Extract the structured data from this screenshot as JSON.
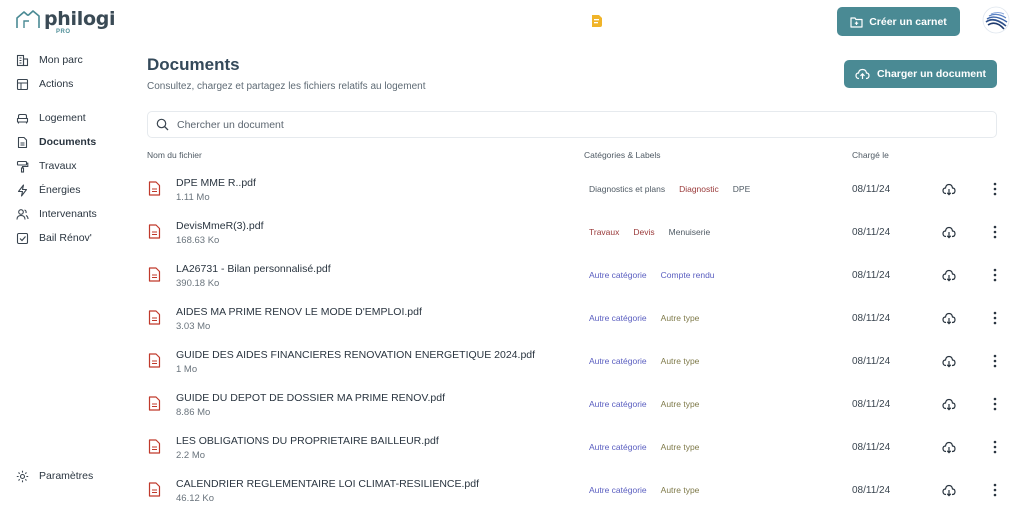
{
  "brand": {
    "name": "philogi",
    "tier": "PRO"
  },
  "header": {
    "create_label": "Créer un carnet"
  },
  "sidebar": {
    "items": [
      {
        "label": "Mon parc",
        "icon": "building-icon"
      },
      {
        "label": "Actions",
        "icon": "table-icon"
      },
      {
        "label": "Logement",
        "icon": "sofa-icon"
      },
      {
        "label": "Documents",
        "icon": "file-icon",
        "active": true
      },
      {
        "label": "Travaux",
        "icon": "paint-roller-icon"
      },
      {
        "label": "Énergies",
        "icon": "lightning-icon"
      },
      {
        "label": "Intervenants",
        "icon": "users-icon"
      },
      {
        "label": "Bail Rénov'",
        "icon": "checkbox-icon"
      }
    ],
    "settings_label": "Paramètres"
  },
  "page": {
    "title": "Documents",
    "subtitle": "Consultez, chargez et partagez les fichiers relatifs au logement",
    "upload_label": "Charger un document"
  },
  "search": {
    "placeholder": "Chercher un document"
  },
  "table": {
    "headers": {
      "name": "Nom du fichier",
      "categories": "Catégories & Labels",
      "uploaded": "Chargé le"
    },
    "rows": [
      {
        "name": "DPE MME R..pdf",
        "size": "1.11 Mo",
        "category": "Diagnostics et plans",
        "type": "Diagnostic",
        "extra": "DPE",
        "date": "08/11/24"
      },
      {
        "name": "DevisMmeR(3).pdf",
        "size": "168.63 Ko",
        "category": "Travaux",
        "type": "Devis",
        "extra": "Menuiserie",
        "date": "08/11/24"
      },
      {
        "name": "LA26731 - Bilan personnalisé.pdf",
        "size": "390.18 Ko",
        "category": "Autre catégorie",
        "type": "Compte rendu",
        "extra": "",
        "date": "08/11/24"
      },
      {
        "name": "AIDES MA PRIME RENOV LE MODE D'EMPLOI.pdf",
        "size": "3.03 Mo",
        "category": "Autre catégorie",
        "type": "Autre type",
        "extra": "",
        "date": "08/11/24"
      },
      {
        "name": "GUIDE DES AIDES FINANCIERES RENOVATION ENERGETIQUE 2024.pdf",
        "size": "1 Mo",
        "category": "Autre catégorie",
        "type": "Autre type",
        "extra": "",
        "date": "08/11/24"
      },
      {
        "name": "GUIDE DU DEPOT DE DOSSIER MA PRIME RENOV.pdf",
        "size": "8.86 Mo",
        "category": "Autre catégorie",
        "type": "Autre type",
        "extra": "",
        "date": "08/11/24"
      },
      {
        "name": "LES OBLIGATIONS DU PROPRIETAIRE BAILLEUR.pdf",
        "size": "2.2 Mo",
        "category": "Autre catégorie",
        "type": "Autre type",
        "extra": "",
        "date": "08/11/24"
      },
      {
        "name": "CALENDRIER REGLEMENTAIRE LOI CLIMAT-RESILIENCE.pdf",
        "size": "46.12 Ko",
        "category": "Autre catégorie",
        "type": "Autre type",
        "extra": "",
        "date": "08/11/24"
      }
    ]
  },
  "colors": {
    "accent": "#4a8a94",
    "file_icon": "#c0392b",
    "badge": "#f0b429"
  }
}
